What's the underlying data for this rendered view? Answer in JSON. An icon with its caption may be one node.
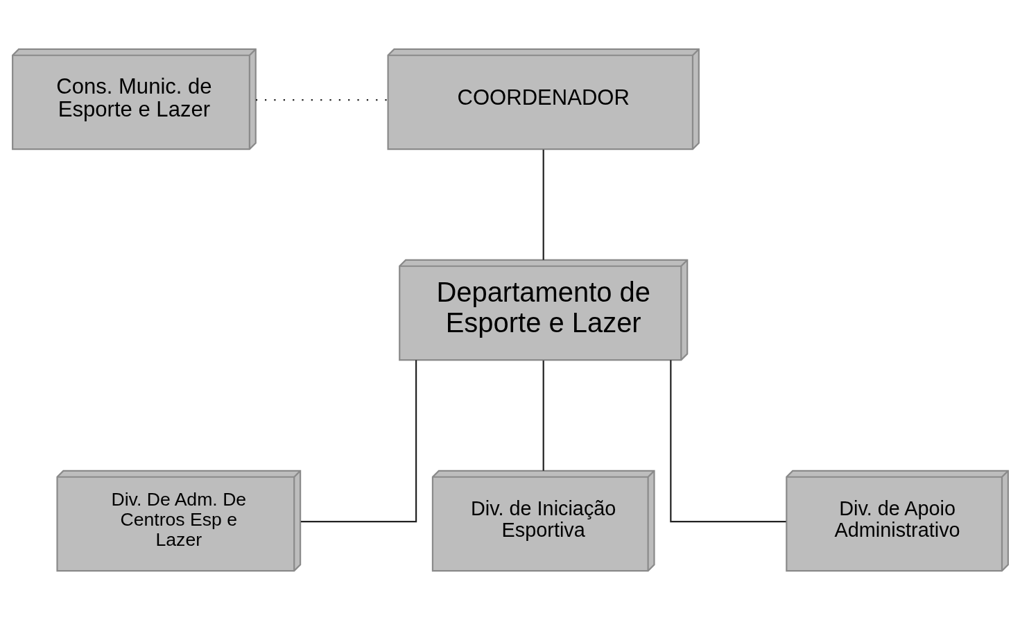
{
  "diagram": {
    "nodes": [
      {
        "text": [
          "Cons. Munic. de Esporte e Lazer"
        ]
      },
      {
        "text": [
          "COORDENADOR"
        ]
      },
      {
        "text": [
          "Departamento de Esporte e Lazer"
        ]
      },
      {
        "text": [
          "Div. De Adm. De Centros Esp e Lazer"
        ]
      },
      {
        "text": [
          "Div. de Iniciação Esportiva"
        ]
      },
      {
        "text": [
          "Div. de Apoio Administrativo"
        ]
      }
    ],
    "edges": [
      {
        "from": 0,
        "to": 1,
        "arrow": "none",
        "style": "dashed"
      },
      {
        "from": 1,
        "to": 2,
        "arrow": "none"
      },
      {
        "from": 2,
        "to": 3,
        "arrow": "none"
      },
      {
        "from": 2,
        "to": 4,
        "arrow": "none"
      },
      {
        "from": 2,
        "to": 5,
        "arrow": "none"
      }
    ]
  }
}
